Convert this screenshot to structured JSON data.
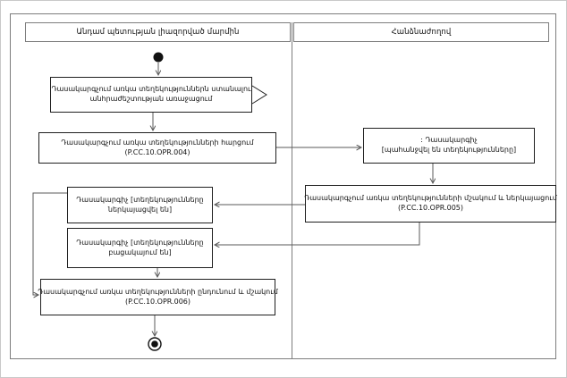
{
  "lanes": {
    "left": "Անդամ պետության լիազորված մարմին",
    "right": "Հանձնաժողով"
  },
  "boxes": {
    "need_arises": {
      "line1": "Դասակարգչում առկա տեղեկություններն ստանալու",
      "line2": "անհրաժեշտության առաջացում"
    },
    "query": {
      "line1": "Դասակարգչում առկա տեղեկությունների հարցում",
      "line2": "(P.CC.10.OPR.004)"
    },
    "classifier_requested": {
      "line1": ": Դասակարգիչ",
      "line2": "[պահանջվել են տեղեկությունները]"
    },
    "process_and_present": {
      "line1": "Դասակարգչում առկա տեղեկությունների մշակում և ներկայացում",
      "line2": "(P.CC.10.OPR.005)"
    },
    "classifier_presented": {
      "line1": "Դասակարգիչ [տեղեկությունները",
      "line2": "ներկայացվել են]"
    },
    "classifier_missing": {
      "line1": "Դասակարգիչ [տեղեկությունները",
      "line2": "բացակայում են]"
    },
    "receive_and_process": {
      "line1": "Դասակարգչում առկա տեղեկությունների ընդունում և մշակում",
      "line2": "(P.CC.10.OPR.006)"
    }
  },
  "colors": {
    "frame_line": "#7d7d7d",
    "box_border": "#1f1f1f",
    "connector": "#5a5a5a",
    "node_fill": "#111111",
    "background": "#ffffff"
  }
}
